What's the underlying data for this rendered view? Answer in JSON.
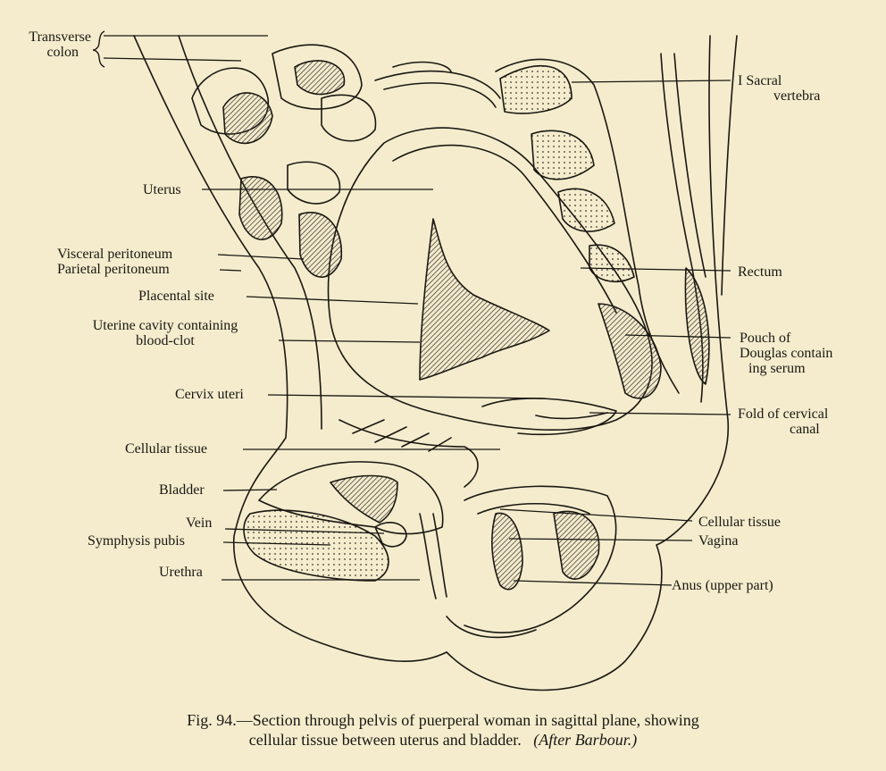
{
  "labels": {
    "transverse_colon": [
      "Transverse",
      "colon"
    ],
    "uterus": "Uterus",
    "visceral_peritoneum": "Visceral peritoneum",
    "parietal_peritoneum": "Parietal peritoneum",
    "placental_site": "Placental site",
    "uterine_cavity": [
      "Uterine cavity containing",
      "blood-clot"
    ],
    "cervix_uteri": "Cervix uteri",
    "cellular_tissue_left": "Cellular tissue",
    "bladder": "Bladder",
    "vein": "Vein",
    "symphysis_pubis": "Symphysis pubis",
    "urethra": "Urethra",
    "sacral_vertebra": [
      "I Sacral",
      "vertebra"
    ],
    "rectum": "Rectum",
    "pouch_of_douglas": [
      "Pouch of",
      "Douglas contain",
      "ing serum"
    ],
    "fold_cervical_canal": [
      "Fold of cervical",
      "canal"
    ],
    "cellular_tissue_right": "Cellular tissue",
    "vagina": "Vagina",
    "anus": "Anus (upper part)"
  },
  "caption": {
    "line1": "Fig. 94.—Section through pelvis of puerperal woman in sagittal plane, showing",
    "line2_main": "cellular tissue between uterus and bladder.",
    "line2_credit": "(After Barbour.)"
  },
  "colors": {
    "paper": "#f4eccd",
    "ink": "#1a1712",
    "hatch": "#4a443a"
  }
}
